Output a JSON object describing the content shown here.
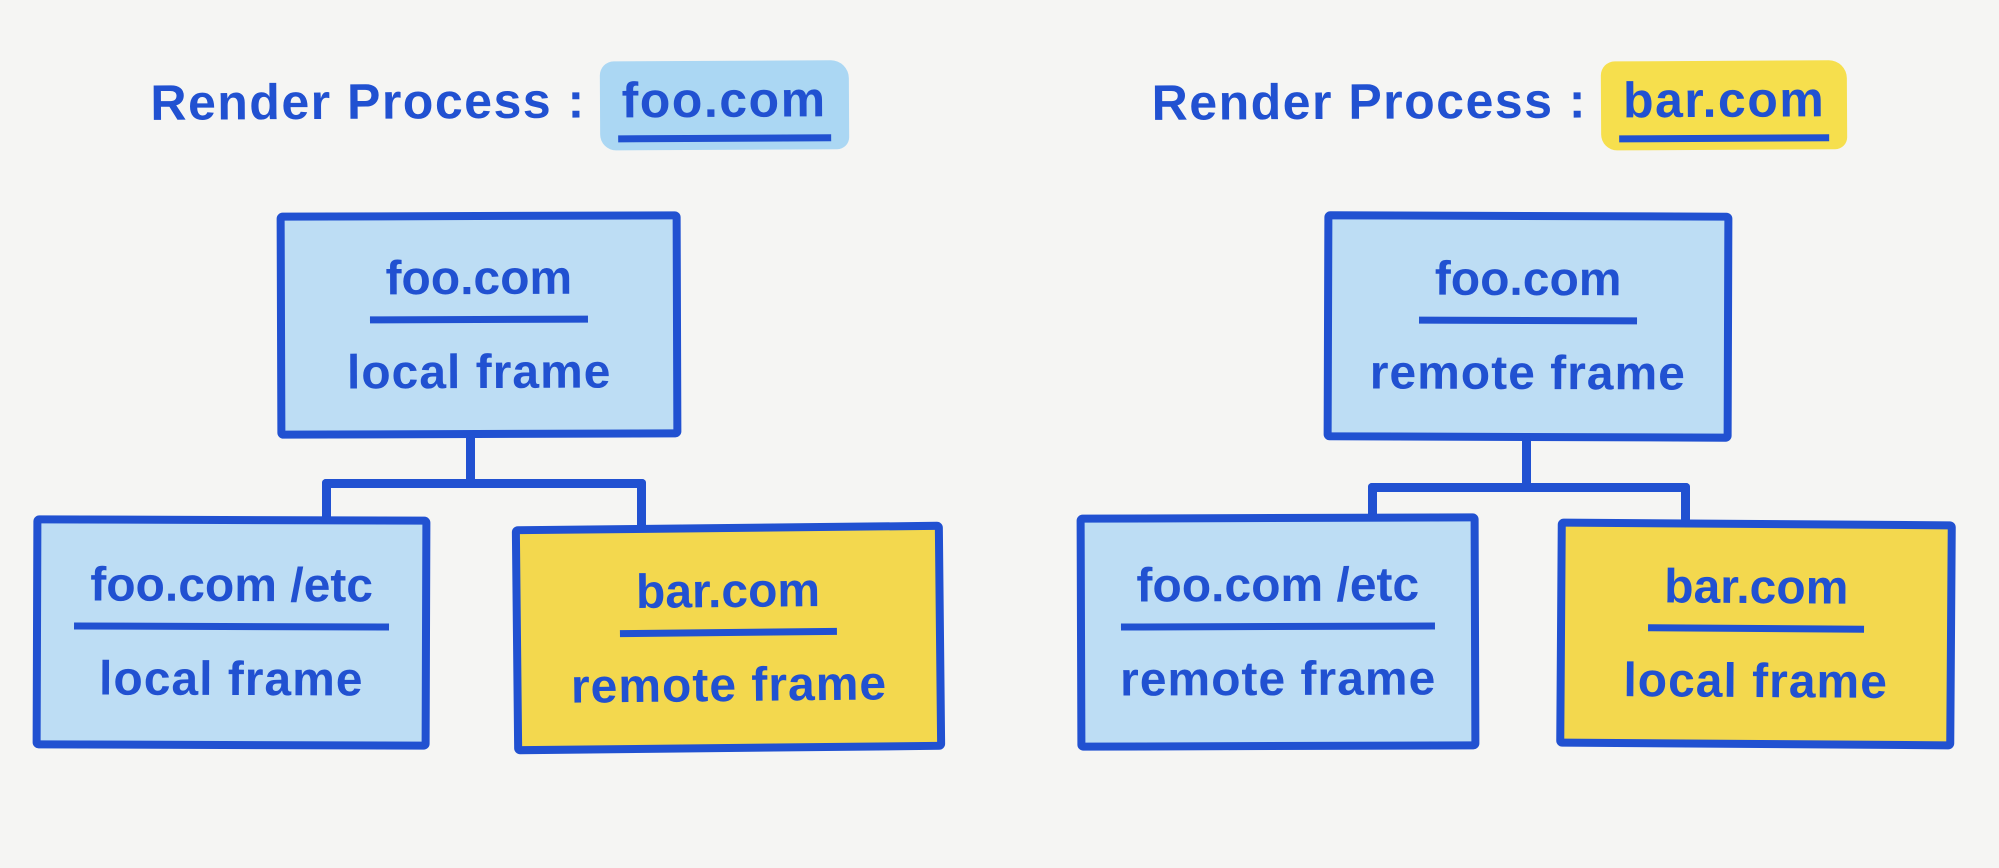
{
  "colors": {
    "bg": "#f5f5f3",
    "ink": "#2151d1",
    "fill-blue": "#bdddf4",
    "fill-yellow": "#f3d84e",
    "hl-blue": "#abd7f3",
    "hl-yellow": "#f6df4d"
  },
  "panels": [
    {
      "title": {
        "prefix": "Render Process :",
        "domain": "foo.com",
        "highlight": "blue"
      },
      "root": {
        "domain": "foo.com",
        "frame": "local frame",
        "fill": "blue"
      },
      "children": [
        {
          "domain": "foo.com /etc",
          "frame": "local frame",
          "fill": "blue"
        },
        {
          "domain": "bar.com",
          "frame": "remote frame",
          "fill": "yellow"
        }
      ]
    },
    {
      "title": {
        "prefix": "Render Process :",
        "domain": "bar.com",
        "highlight": "yellow"
      },
      "root": {
        "domain": "foo.com",
        "frame": "remote frame",
        "fill": "blue"
      },
      "children": [
        {
          "domain": "foo.com /etc",
          "frame": "remote frame",
          "fill": "blue"
        },
        {
          "domain": "bar.com",
          "frame": "local frame",
          "fill": "yellow"
        }
      ]
    }
  ]
}
